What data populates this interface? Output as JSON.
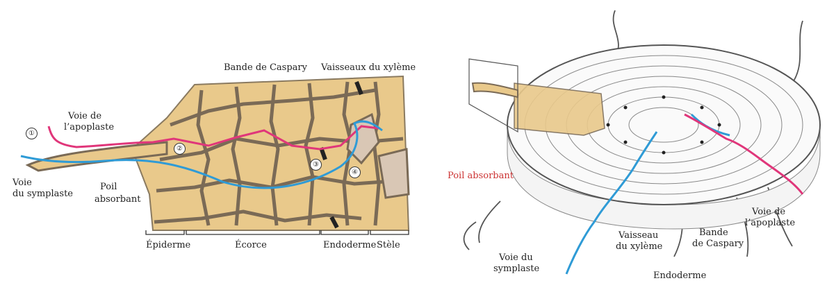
{
  "left": {
    "labels": {
      "caspary": "Bande de Caspary",
      "xylem": "Vaisseaux du xylème",
      "apoplast_l1": "Voie de",
      "apoplast_l2": "l’apoplaste",
      "symplast_l1": "Voie",
      "symplast_l2": "du symplaste",
      "hair_l1": "Poil",
      "hair_l2": "absorbant"
    },
    "steps": [
      "①",
      "②",
      "③",
      "④"
    ],
    "regions": [
      "Épiderme",
      "Écorce",
      "Endoderme",
      "Stèle"
    ]
  },
  "right": {
    "labels": {
      "hair": "Poil absorbant",
      "apoplast_l1": "Voie de",
      "apoplast_l2": "l’apoplaste",
      "xylem_l1": "Vaisseau",
      "xylem_l2": "du xylème",
      "caspary_l1": "Bande",
      "caspary_l2": "de Caspary",
      "symplast_l1": "Voie du",
      "symplast_l2": "symplaste",
      "endoderm": "Endoderme"
    }
  },
  "colors": {
    "apoplast": "#e0367a",
    "symplast": "#2f9bd6",
    "cell_fill": "#e9c98b",
    "cell_wall": "#7a6a56",
    "caspary": "#222222"
  }
}
